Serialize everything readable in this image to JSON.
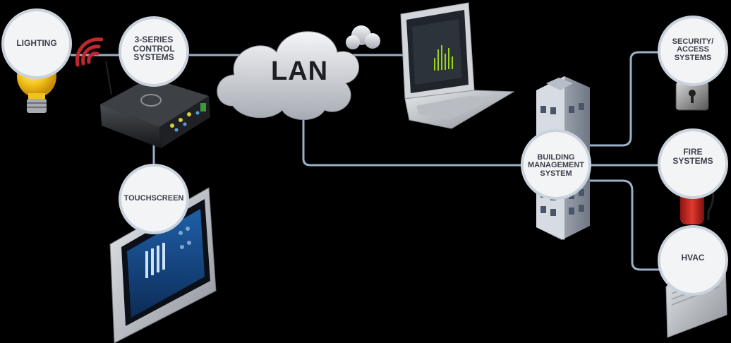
{
  "diagram": {
    "nodes": {
      "lighting": "LIGHTING",
      "control": "3-SERIES\nCONTROL\nSYSTEMS",
      "touchscreen": "TOUCHSCREEN",
      "lan": "LAN",
      "bms": "BUILDING\nMANAGEMENT\nSYSTEM",
      "security": "SECURITY/\nACCESS\nSYSTEMS",
      "fire": "FIRE\nSYSTEMS",
      "hvac": "HVAC"
    },
    "icons": [
      "light-bulb-icon",
      "wireless-signal-icon",
      "control-processor-icon",
      "touch-panel-icon",
      "cloud-icon",
      "laptop-icon",
      "office-tower-icon",
      "padlock-icon",
      "fire-extinguisher-icon",
      "hvac-unit-icon"
    ],
    "colors": {
      "connector": "#9ab0c8",
      "circle_fill": "#f3f4f6",
      "circle_border": "#c9d2dd",
      "signal": "#c2262e",
      "bulb": "#f2c21b"
    }
  }
}
